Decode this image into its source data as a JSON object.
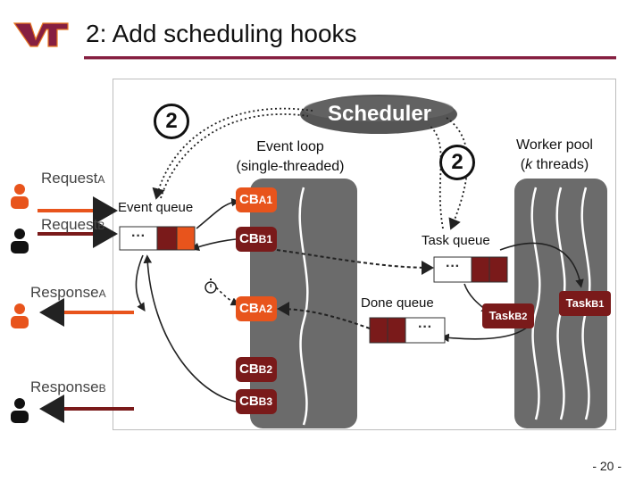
{
  "slide": {
    "title": "2: Add scheduling hooks",
    "page_number": "- 20 -",
    "logo_text": "VT"
  },
  "colors": {
    "accent_maroon": "#861f41",
    "orange": "#e8541c",
    "dark_red": "#7a1a1a",
    "gray_panel": "#6b6b6b",
    "scheduler": "#555555"
  },
  "diagram": {
    "scheduler_label": "Scheduler",
    "step_marker": "2",
    "event_loop_label": "Event loop\n(single-threaded)",
    "worker_pool_label_1": "Worker pool",
    "worker_pool_label_k": "k",
    "worker_pool_label_2": " threads)",
    "event_queue_label": "Event queue",
    "task_queue_label": "Task queue",
    "done_queue_label": "Done queue",
    "queue_ellipsis": "···",
    "clients": {
      "request_a": {
        "main": "Request",
        "sub": "A"
      },
      "request_b": {
        "main": "Request",
        "sub": "B"
      },
      "response_a": {
        "main": "Response",
        "sub": "A"
      },
      "response_b": {
        "main": "Response",
        "sub": "B"
      }
    },
    "callbacks": [
      {
        "main": "CB",
        "sub": "A1"
      },
      {
        "main": "CB",
        "sub": "B1"
      },
      {
        "main": "CB",
        "sub": "A2"
      },
      {
        "main": "CB",
        "sub": "B2"
      },
      {
        "main": "CB",
        "sub": "B3"
      }
    ],
    "tasks": [
      {
        "main": "Task",
        "sub": "B1"
      },
      {
        "main": "Task",
        "sub": "B2"
      }
    ]
  }
}
